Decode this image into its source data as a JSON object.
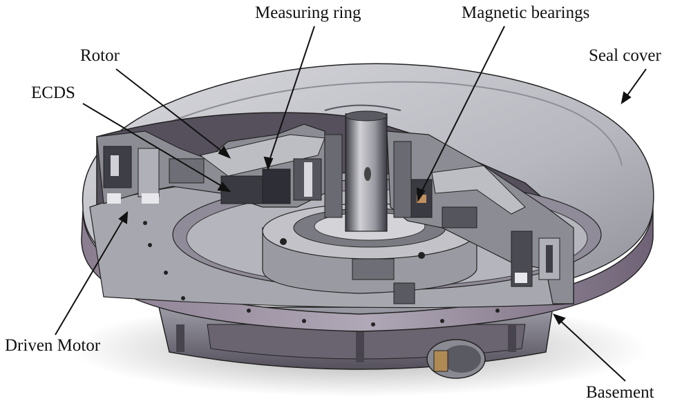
{
  "labels": {
    "measuring_ring": "Measuring ring",
    "magnetic_bearings": "Magnetic bearings",
    "rotor": "Rotor",
    "seal_cover": "Seal cover",
    "ecds": "ECDS",
    "driven_motor": "Driven Motor",
    "basement": "Basement"
  },
  "colors": {
    "metal_light": "#c9c9cf",
    "metal_mid": "#9a9aa2",
    "metal_dark": "#4a4a52",
    "purple_tint": "#8f7f96",
    "outline": "#222222"
  }
}
